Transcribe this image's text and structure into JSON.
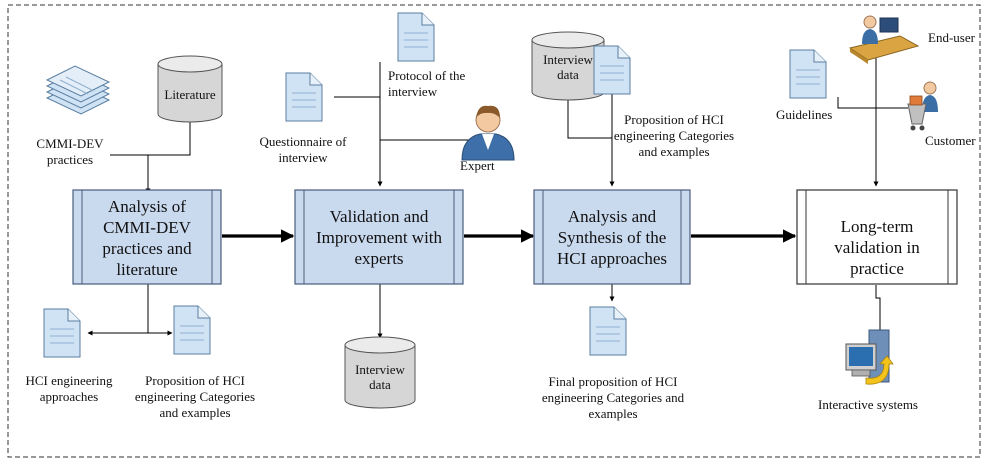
{
  "processes": [
    {
      "label": "Analysis of CMMI-DEV practices and literature"
    },
    {
      "label": "Validation and Improvement with experts"
    },
    {
      "label": "Analysis and Synthesis of the HCI approaches"
    },
    {
      "label": "Long-term validation in practice"
    }
  ],
  "data_stores": {
    "literature": "Literature",
    "interview_data_top": "Interview data",
    "interview_data_bottom": "Interview data"
  },
  "documents": {
    "cmmi_dev_practices": "CMMI-DEV practices",
    "hci_engineering_approaches": "HCI engineering approaches",
    "proposition_left": "Proposition of HCI engineering Categories and examples",
    "protocol_of_interview": "Protocol of the interview",
    "questionnaire_of_interview": "Questionnaire of interview",
    "proposition_middle": "Proposition of HCI engineering Categories and examples",
    "final_proposition": "Final proposition of HCI engineering Categories and examples",
    "guidelines": "Guidelines"
  },
  "actors": {
    "expert": "Expert",
    "end_user": "End-user",
    "customer": "Customer",
    "interactive_systems": "Interactive systems"
  },
  "colors": {
    "process_fill": "#c9d9ee",
    "process_stroke": "#4a5e7a",
    "document_fill": "#cfe3f5",
    "document_stroke": "#5a7ea0",
    "cylinder_fill": "#d6d6d6",
    "arrow": "#000000"
  }
}
